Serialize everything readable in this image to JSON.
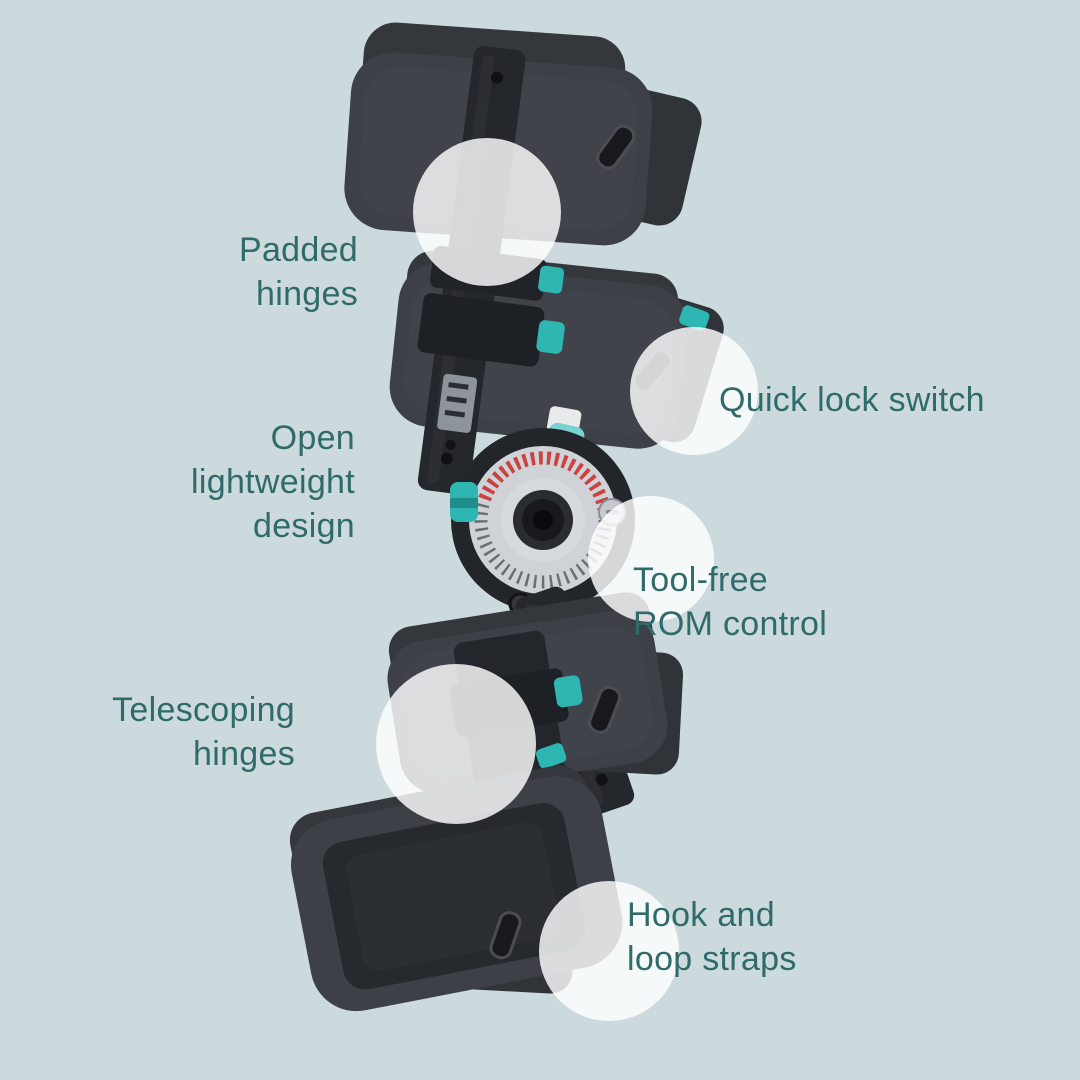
{
  "colors": {
    "background": "#ccdade",
    "label_text": "#2f6b68",
    "accent_teal": "#2eb6b3",
    "brace_frame_dark": "#24272c",
    "brace_pad_gray": "#3d4147",
    "dial_face": "#cfd3d8",
    "dial_red": "#d2403c",
    "highlight_circle": "#ffffff"
  },
  "illustration": {
    "alt": "knee-brace"
  },
  "labels": {
    "padded_hinges": {
      "line1": "Padded",
      "line2": "hinges"
    },
    "quick_lock_switch": {
      "line1": "Quick lock switch"
    },
    "open_lightweight_design": {
      "line1": "Open",
      "line2": "lightweight",
      "line3": "design"
    },
    "tool_free_rom_control": {
      "line1": "Tool-free",
      "line2": "ROM control"
    },
    "telescoping_hinges": {
      "line1": "Telescoping",
      "line2": "hinges"
    },
    "hook_and_loop_straps": {
      "line1": "Hook and",
      "line2": "loop straps"
    }
  }
}
